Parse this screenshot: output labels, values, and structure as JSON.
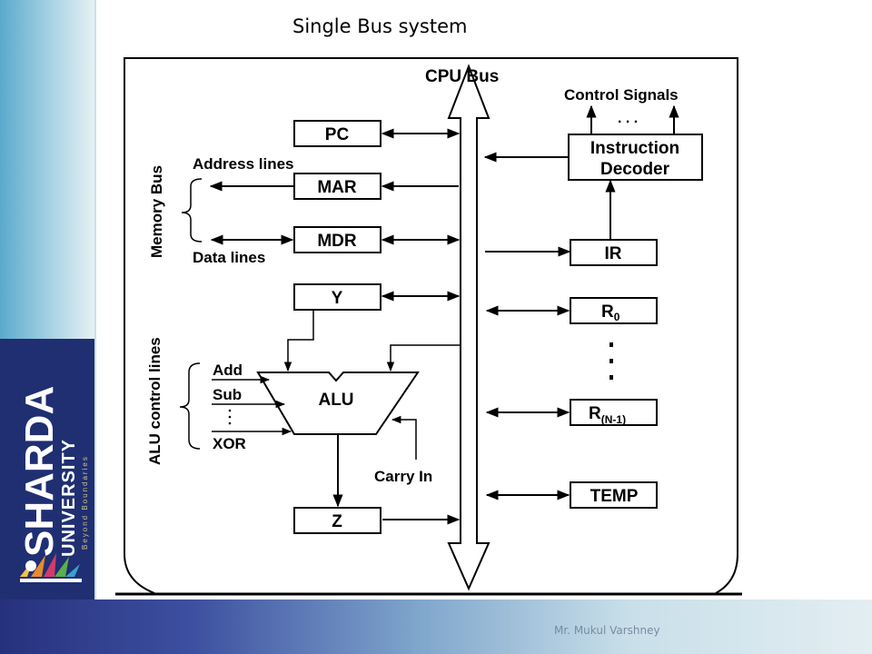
{
  "slide": {
    "title": "Single Bus system",
    "footer": "Mr. Mukul Varshney"
  },
  "logo": {
    "name": "SHARDA",
    "sub": "UNIVERSITY",
    "tagline": "Beyond Boundaries"
  },
  "diagram": {
    "bus_label": "CPU Bus",
    "control_signals": "Control Signals",
    "control_dots": ". . .",
    "instruction_decoder": [
      "Instruction",
      "Decoder"
    ],
    "registers": {
      "pc": "PC",
      "mar": "MAR",
      "mdr": "MDR",
      "y": "Y",
      "z": "Z",
      "ir": "IR",
      "r0": "R",
      "r0_sub": "0",
      "rn1": "R",
      "rn1_sub": "(N-1)",
      "temp": "TEMP"
    },
    "address_lines": "Address lines",
    "data_lines": "Data lines",
    "memory_bus": "Memory Bus",
    "alu": "ALU",
    "alu_control_lines": "ALU control lines",
    "alu_ops": [
      "Add",
      "Sub",
      "XOR"
    ],
    "carry_in": "Carry In"
  }
}
